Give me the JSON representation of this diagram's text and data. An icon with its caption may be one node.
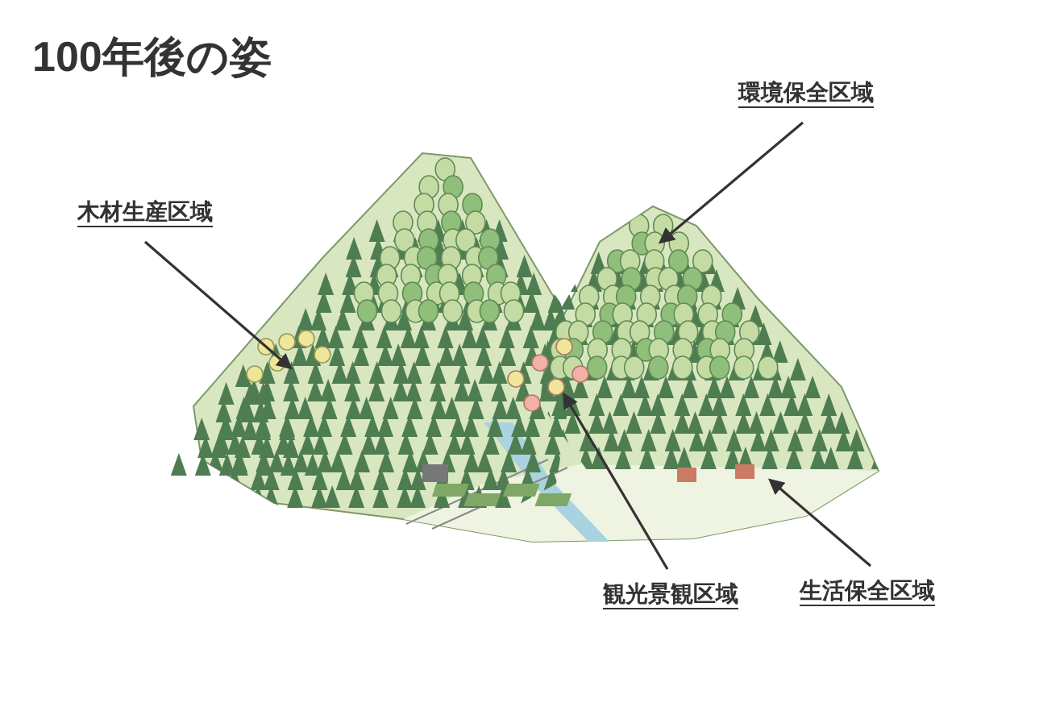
{
  "diagram": {
    "title": "100年後の姿",
    "nodes": [
      {
        "text": [
          "木材生産区域"
        ]
      },
      {
        "text": [
          "環境保全区域"
        ]
      },
      {
        "text": [
          "観光景観区域"
        ]
      },
      {
        "text": [
          "生活保全区域"
        ]
      }
    ],
    "edges": [
      {
        "from": 0,
        "to": null,
        "arrow": "to"
      },
      {
        "from": 1,
        "to": null,
        "arrow": "to"
      },
      {
        "from": 2,
        "to": null,
        "arrow": "to"
      },
      {
        "from": 3,
        "to": null,
        "arrow": "to"
      }
    ]
  }
}
